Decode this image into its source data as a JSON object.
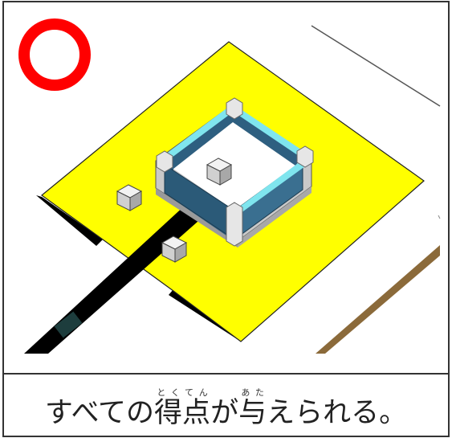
{
  "caption": {
    "text_before": "すべての",
    "kanji1": "得点",
    "ruby1": "とくてん",
    "text_middle": "が",
    "kanji2": "与",
    "ruby2": "あた",
    "text_after": "えられる。"
  },
  "symbol": {
    "name": "circle-mark",
    "color": "#ff0000"
  },
  "colors": {
    "field": "#ffff00",
    "tape": "#000000",
    "wall_side": "#2e5f80",
    "wall_top": "#7fe5ee",
    "cube": "#e6e6e6",
    "board": "#8b6a3a"
  }
}
